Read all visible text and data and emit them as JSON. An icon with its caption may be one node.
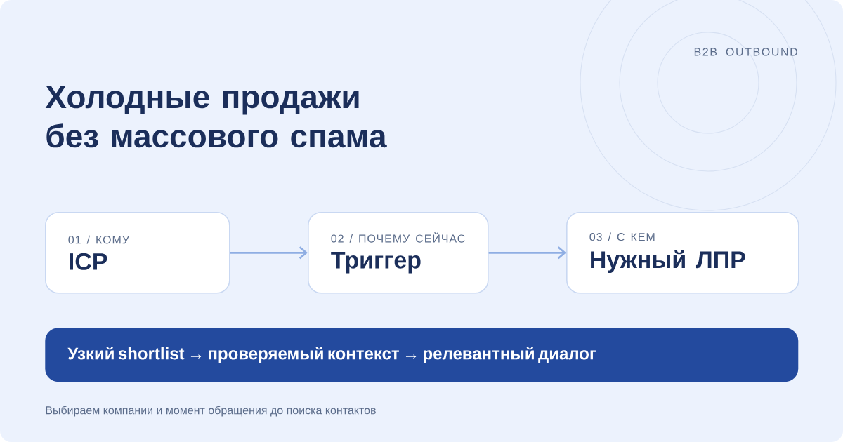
{
  "diagram": {
    "title": "Холодные продажи без массового спама",
    "caption": "Выбираем компании и момент обращения до поиска контактов",
    "nodes": [
      {
        "text": [
          "01 / КОМУ",
          "ICP"
        ]
      },
      {
        "text": [
          "02 / ПОЧЕМУ СЕЙЧАС",
          "Триггер"
        ]
      },
      {
        "text": [
          "03 / С КЕМ",
          "Нужный ЛПР"
        ]
      },
      {
        "text": [
          "Узкий shortlist → проверяемый контекст → релевантный диалог"
        ]
      }
    ],
    "edges": [
      {
        "from": 0,
        "to": 1,
        "arrow": "to"
      },
      {
        "from": 1,
        "to": 2,
        "arrow": "to"
      }
    ],
    "labels": [
      "B2B OUTBOUND"
    ]
  }
}
